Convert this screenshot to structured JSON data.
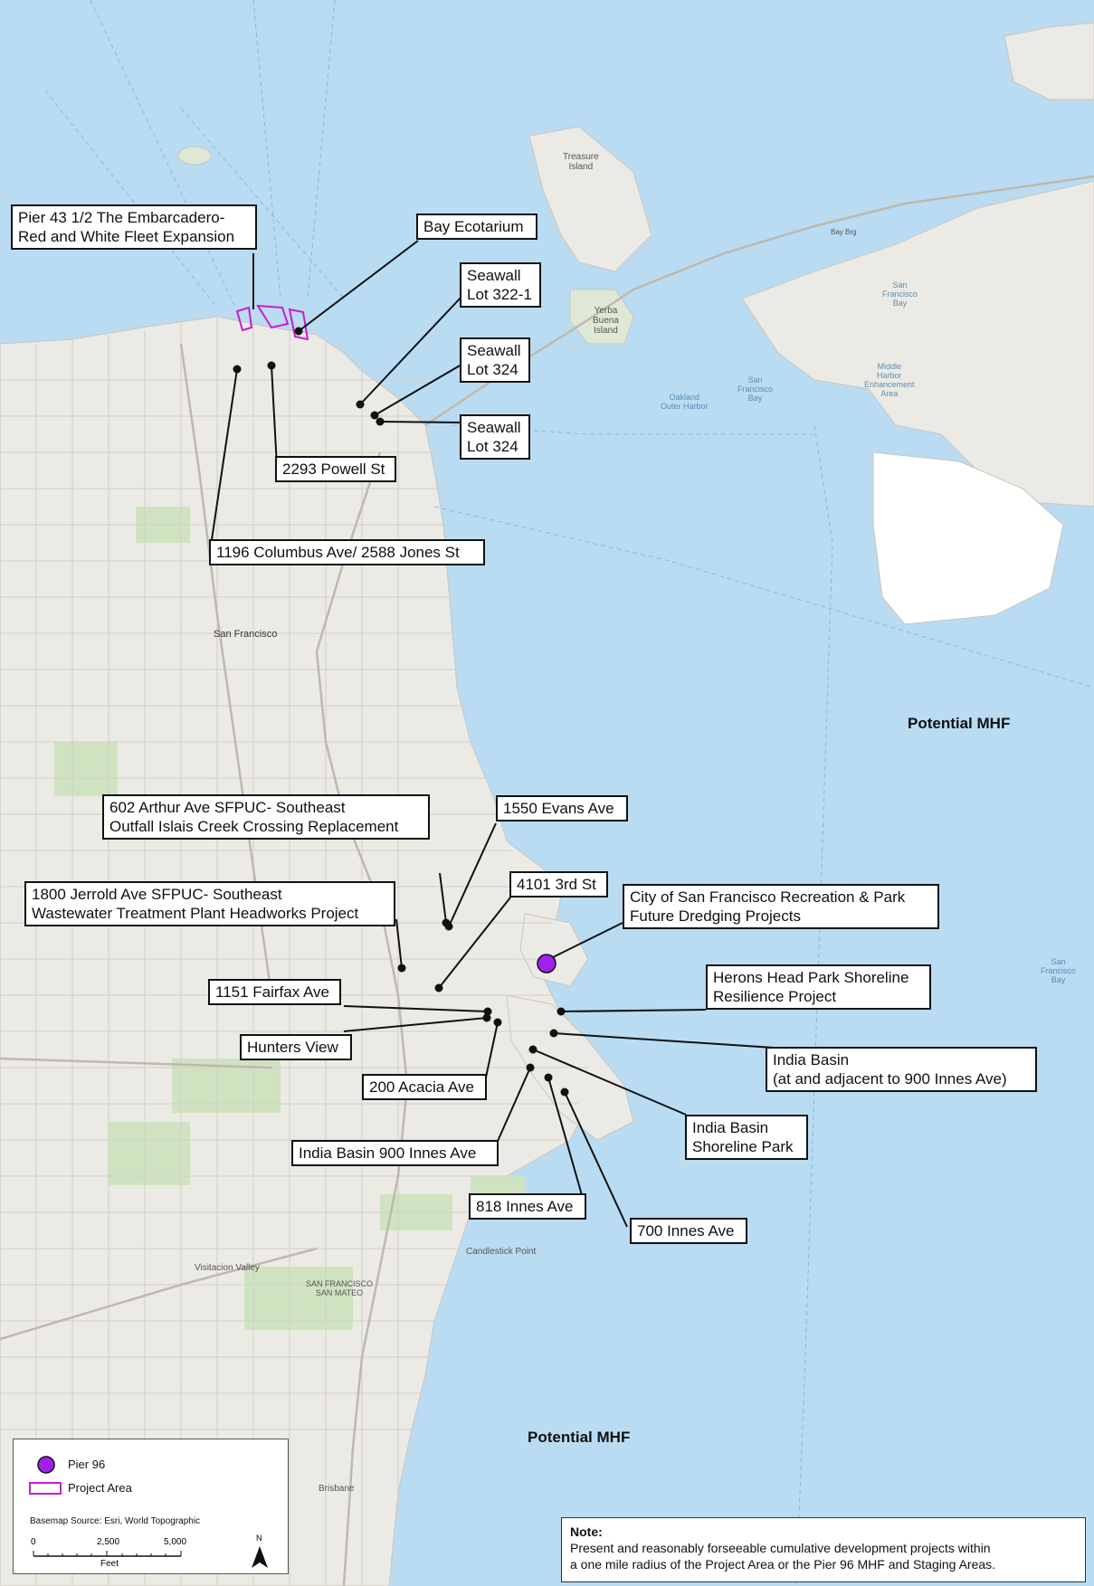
{
  "callouts": [
    {
      "id": "pier43",
      "text": "Pier 43 1/2 The Embarcadero-\nRed and White Fleet Expansion"
    },
    {
      "id": "bay_ecotarium",
      "text": "Bay Ecotarium"
    },
    {
      "id": "seawall_322",
      "text": "Seawall\nLot 322-1"
    },
    {
      "id": "seawall_324a",
      "text": "Seawall\nLot 324"
    },
    {
      "id": "seawall_324b",
      "text": "Seawall\nLot 324"
    },
    {
      "id": "powell_2293",
      "text": "2293 Powell St"
    },
    {
      "id": "columbus_1196",
      "text": "1196 Columbus Ave/ 2588 Jones St"
    },
    {
      "id": "arthur_602",
      "text": "602 Arthur Ave SFPUC- Southeast\nOutfall Islais Creek Crossing Replacement"
    },
    {
      "id": "evans_1550",
      "text": "1550 Evans Ave"
    },
    {
      "id": "third_4101",
      "text": "4101 3rd St"
    },
    {
      "id": "jerrold_1800",
      "text": "1800 Jerrold Ave SFPUC- Southeast\nWastewater Treatment Plant Headworks Project"
    },
    {
      "id": "rec_park",
      "text": "City of San Francisco Recreation & Park\nFuture Dredging Projects"
    },
    {
      "id": "fairfax_1151",
      "text": "1151 Fairfax Ave"
    },
    {
      "id": "herons_head",
      "text": "Herons Head Park Shoreline\nResilience Project"
    },
    {
      "id": "hunters_view",
      "text": "Hunters View"
    },
    {
      "id": "india_basin",
      "text": "India Basin\n(at and adjacent to 900 Innes Ave)"
    },
    {
      "id": "acacia_200",
      "text": "200 Acacia Ave"
    },
    {
      "id": "india_shoreline",
      "text": "India Basin\nShoreline Park"
    },
    {
      "id": "india_900",
      "text": "India Basin 900 Innes Ave"
    },
    {
      "id": "innes_818",
      "text": "818 Innes Ave"
    },
    {
      "id": "innes_700",
      "text": "700 Innes Ave"
    }
  ],
  "mhf_labels": [
    "Potential MHF",
    "Potential MHF"
  ],
  "places": {
    "san_francisco": "San Francisco",
    "treasure_island": "Treasure\nIsland",
    "yerba_buena": "Yerba\nBuena\nIsland",
    "oakland_harbor": "Oakland\nOuter Harbor",
    "sf_bay_1": "San\nFrancisco\nBay",
    "sf_bay_2": "San\nFrancisco\nBay",
    "sf_bay_3": "San\nFrancisco\nBay",
    "middle_harbor": "Middle\nHarbor\nEnhancement\nArea",
    "visitacion_valley": "Visitacion Valley",
    "candlestick_point": "Candlestick Point",
    "brisbane": "Brisbane",
    "san_mateo": "SAN FRANCISCO\nSAN MATEO",
    "bay_bridge": "Bay Brg"
  },
  "legend": {
    "pier96_label": "Pier 96",
    "project_area_label": "Project Area",
    "basemap_source": "Basemap Source: Esri, World Topographic",
    "scale_ticks": [
      "0",
      "2,500",
      "5,000"
    ],
    "scale_unit": "Feet",
    "north_label": "N"
  },
  "note": {
    "title": "Note:",
    "body": "Present and reasonably forseeable cumulative development projects within\na one mile radius of the Project Area or the Pier 96 MHF and Staging Areas."
  },
  "colors": {
    "water": "#b9dcf3",
    "land": "#eceae4",
    "park": "#cfe3c1",
    "pier96": "#a020f0",
    "project_area": "#c41fd1"
  }
}
